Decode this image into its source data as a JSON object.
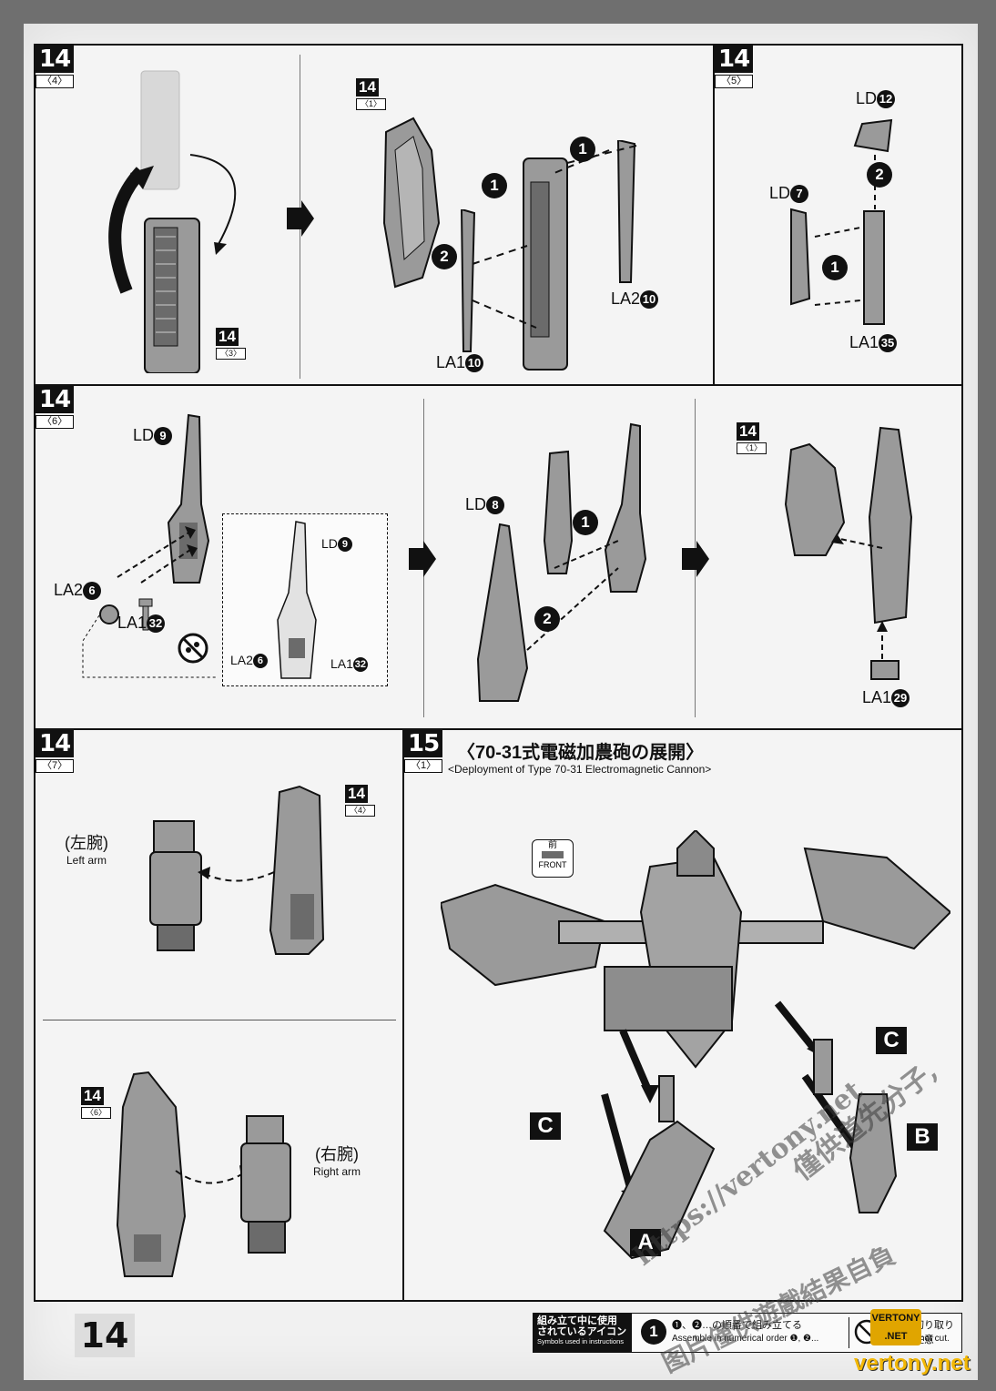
{
  "page_number": "14",
  "steps": {
    "s14_4": {
      "num": "14",
      "sub": "〈4〉"
    },
    "s14_5": {
      "num": "14",
      "sub": "〈5〉"
    },
    "s14_6": {
      "num": "14",
      "sub": "〈6〉"
    },
    "s14_7": {
      "num": "14",
      "sub": "〈7〉"
    },
    "s15_1": {
      "num": "15",
      "sub": "〈1〉",
      "title_jp": "〈70-31式電磁加農砲の展開〉",
      "title_en": "<Deployment of Type 70-31 Electromagnetic Cannon>"
    }
  },
  "refs": {
    "r14_3": {
      "num": "14",
      "sub": "〈3〉"
    },
    "r14_1a": {
      "num": "14",
      "sub": "〈1〉"
    },
    "r14_1b": {
      "num": "14",
      "sub": "〈1〉"
    },
    "r14_4": {
      "num": "14",
      "sub": "〈4〉"
    },
    "r14_6": {
      "num": "14",
      "sub": "〈6〉"
    }
  },
  "parts": {
    "la1_10": {
      "code": "LA1",
      "no": "10"
    },
    "la2_10": {
      "code": "LA2",
      "no": "10"
    },
    "ld_12": {
      "code": "LD",
      "no": "12"
    },
    "ld_7": {
      "code": "LD",
      "no": "7"
    },
    "la1_35": {
      "code": "LA1",
      "no": "35"
    },
    "ld_9": {
      "code": "LD",
      "no": "9"
    },
    "la2_6": {
      "code": "LA2",
      "no": "6"
    },
    "la1_32": {
      "code": "LA1",
      "no": "32"
    },
    "ld_9_small": {
      "code": "LD",
      "no": "9"
    },
    "la2_6_small": {
      "code": "LA2",
      "no": "6"
    },
    "la1_32_small": {
      "code": "LA1",
      "no": "32"
    },
    "ld_8": {
      "code": "LD",
      "no": "8"
    },
    "la1_29": {
      "code": "LA1",
      "no": "29"
    }
  },
  "order_badges": [
    "1",
    "2"
  ],
  "arms": {
    "left": {
      "jp": "(左腕)",
      "en": "Left arm"
    },
    "right": {
      "jp": "(右腕)",
      "en": "Right arm"
    }
  },
  "letters": [
    "C",
    "C",
    "B",
    "A"
  ],
  "front_icon": {
    "jp": "前",
    "en": "FRONT"
  },
  "footer": {
    "legend_jp_1": "組み立て中に使用",
    "legend_jp_2": "されているアイコン",
    "legend_en": "Symbols used in instructions",
    "icon_num": "1",
    "icon_jp": "❶、❷…の順番で組み立てる",
    "icon_en": "Assemble in numerical order ❶, ❷...",
    "cut_jp": "切り取り注意",
    "cut_en": "not cut."
  },
  "watermarks": {
    "url": "https://vertony.net",
    "cn_1": "僅供道先分子,",
    "cn_2": "图片僅供遊戲結果自負",
    "logo": "VERTONY .NET",
    "site": "vertony.net"
  },
  "colors": {
    "paper": "#f1f1f1",
    "ink": "#111111",
    "part_fill": "#9a9a9a",
    "part_dark": "#6b6b6b",
    "background": "#6f6f6f"
  }
}
